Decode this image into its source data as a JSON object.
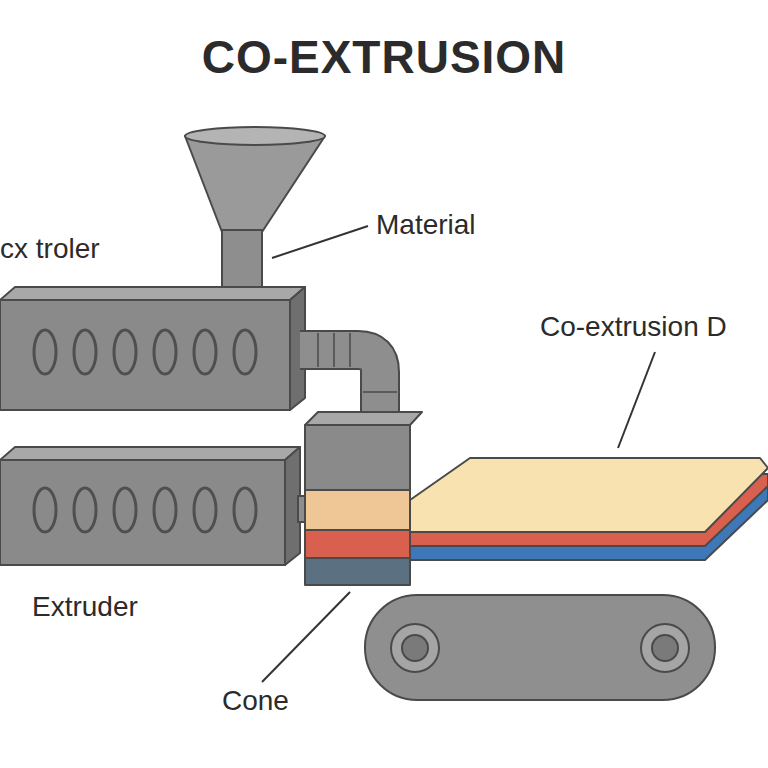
{
  "diagram": {
    "title": "CO-EXTRUSION",
    "labels": [
      "cx troler",
      "Material",
      "Co-extrusion D",
      "Extruder",
      "Cone"
    ]
  }
}
